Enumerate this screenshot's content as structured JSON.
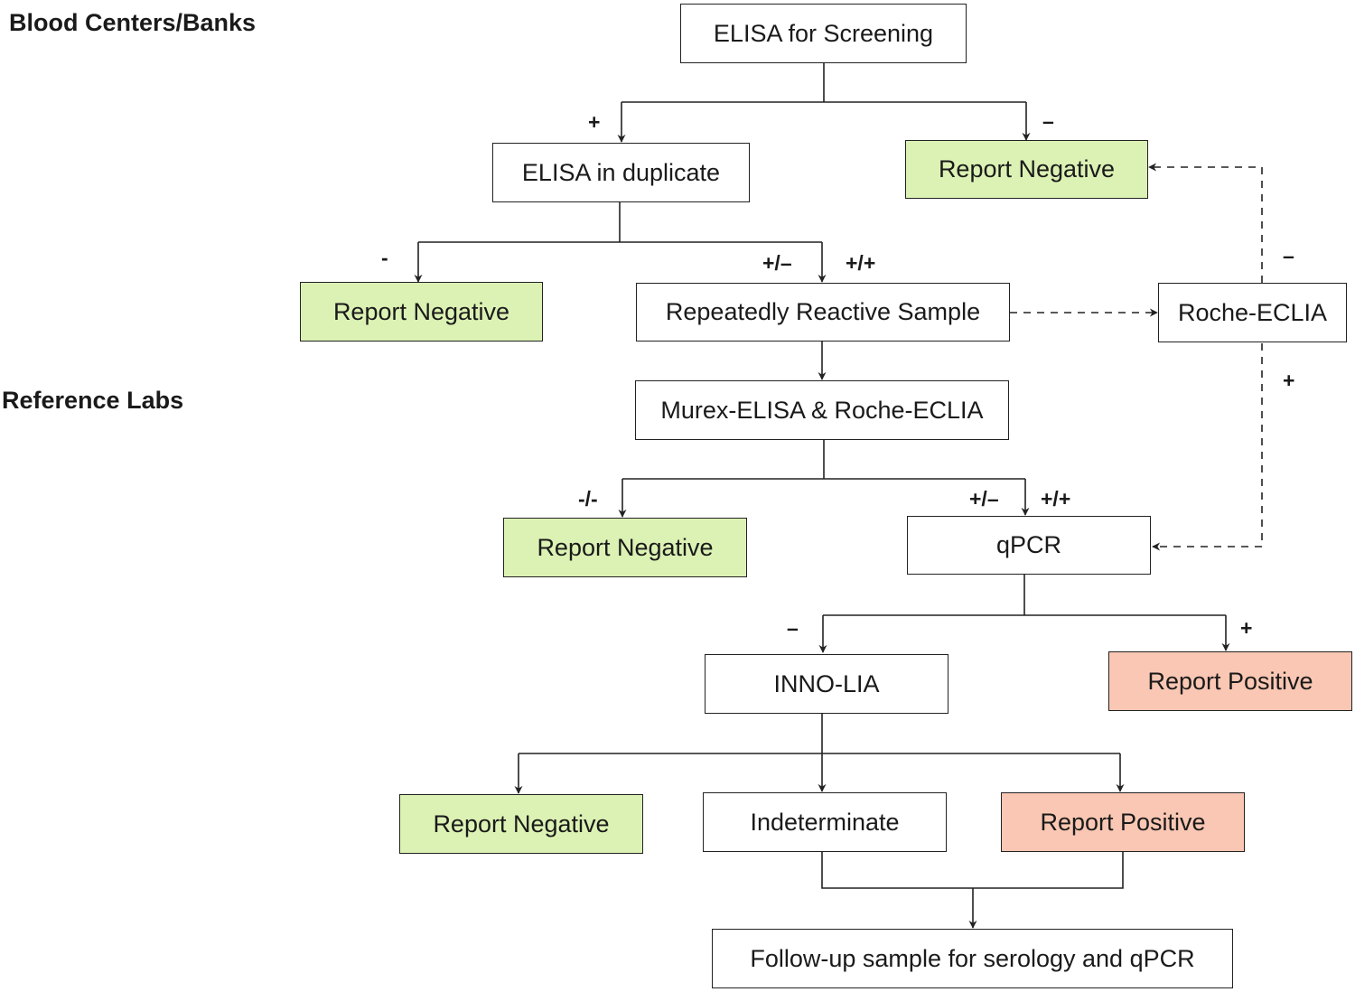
{
  "sections": {
    "blood_centers": "Blood Centers/Banks",
    "reference_labs": "Reference Labs"
  },
  "nodes": {
    "elisa_screening": "ELISA for Screening",
    "elisa_duplicate": "ELISA in duplicate",
    "report_negative_top": "Report Negative",
    "report_negative_duplicate": "Report Negative",
    "repeatedly_reactive": "Repeatedly Reactive Sample",
    "roche_eclia": "Roche-ECLIA",
    "murex_roche": "Murex-ELISA & Roche-ECLIA",
    "report_negative_murex": "Report Negative",
    "qpcr": "qPCR",
    "inno_lia": "INNO-LIA",
    "report_positive_qpcr": "Report Positive",
    "report_negative_inno": "Report Negative",
    "indeterminate": "Indeterminate",
    "report_positive_inno": "Report Positive",
    "follow_up": "Follow-up sample for serology and qPCR"
  },
  "edge_labels": {
    "screening_pos": "+",
    "screening_neg": "–",
    "duplicate_neg": "-",
    "duplicate_pos_neg": "+/–",
    "duplicate_pos_pos": "+/+",
    "roche_neg": "–",
    "roche_pos": "+",
    "murex_neg_neg": "-/-",
    "murex_pos_neg": "+/–",
    "murex_pos_pos": "+/+",
    "qpcr_neg": "–",
    "qpcr_pos": "+"
  },
  "colors": {
    "negative_fill": "#dcf2b4",
    "positive_fill": "#f9c7b3",
    "line": "#222222"
  }
}
